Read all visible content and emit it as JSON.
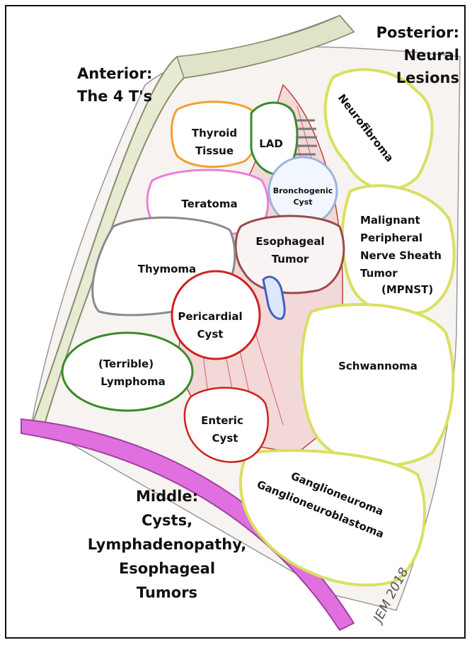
{
  "regions": {
    "anterior": {
      "line1": "Anterior:",
      "line2": "The 4 T's"
    },
    "posterior": {
      "line1": "Posterior:",
      "line2": "Neural",
      "line3": "Lesions"
    },
    "middle": {
      "line1": "Middle:",
      "line2": "Cysts,",
      "line3": "Lymphadenopathy,",
      "line4": "Esophageal",
      "line5": "Tumors"
    }
  },
  "lesions": {
    "thyroid": {
      "line1": "Thyroid",
      "line2": "Tissue"
    },
    "lad": "LAD",
    "bronchogenic": {
      "line1": "Bronchogenic",
      "line2": "Cyst"
    },
    "teratoma": "Teratoma",
    "esophageal": {
      "line1": "Esophageal",
      "line2": "Tumor"
    },
    "thymoma": "Thymoma",
    "pericardial": {
      "line1": "Pericardial",
      "line2": "Cyst"
    },
    "lymphoma": {
      "line1": "(Terrible)",
      "line2": "Lymphoma"
    },
    "enteric": {
      "line1": "Enteric",
      "line2": "Cyst"
    },
    "neurofibroma": "Neurofibroma",
    "mpnst": {
      "line1": "Malignant",
      "line2": "Peripheral",
      "line3": "Nerve Sheath",
      "line4": "Tumor",
      "line5": "(MPNST)"
    },
    "schwannoma": "Schwannoma",
    "ganglio": {
      "line1": "Ganglioneuroma",
      "line2": "Ganglioneuroblastoma"
    }
  },
  "signature": "JEM 2018",
  "colors": {
    "sternum": "#e6ebd2",
    "diaphragm": "#e070e0",
    "thyroid": "#f0a030",
    "lad": "#3a8a2a",
    "bronchogenic": "#9ab4dd",
    "teratoma": "#e880d8",
    "esophageal": "#9a4a4a",
    "thymoma": "#8a8a8a",
    "pericardial": "#d02020",
    "lymphoma": "#3a8a2a",
    "neural": "#d8e060",
    "vessel": "#4060c0"
  }
}
